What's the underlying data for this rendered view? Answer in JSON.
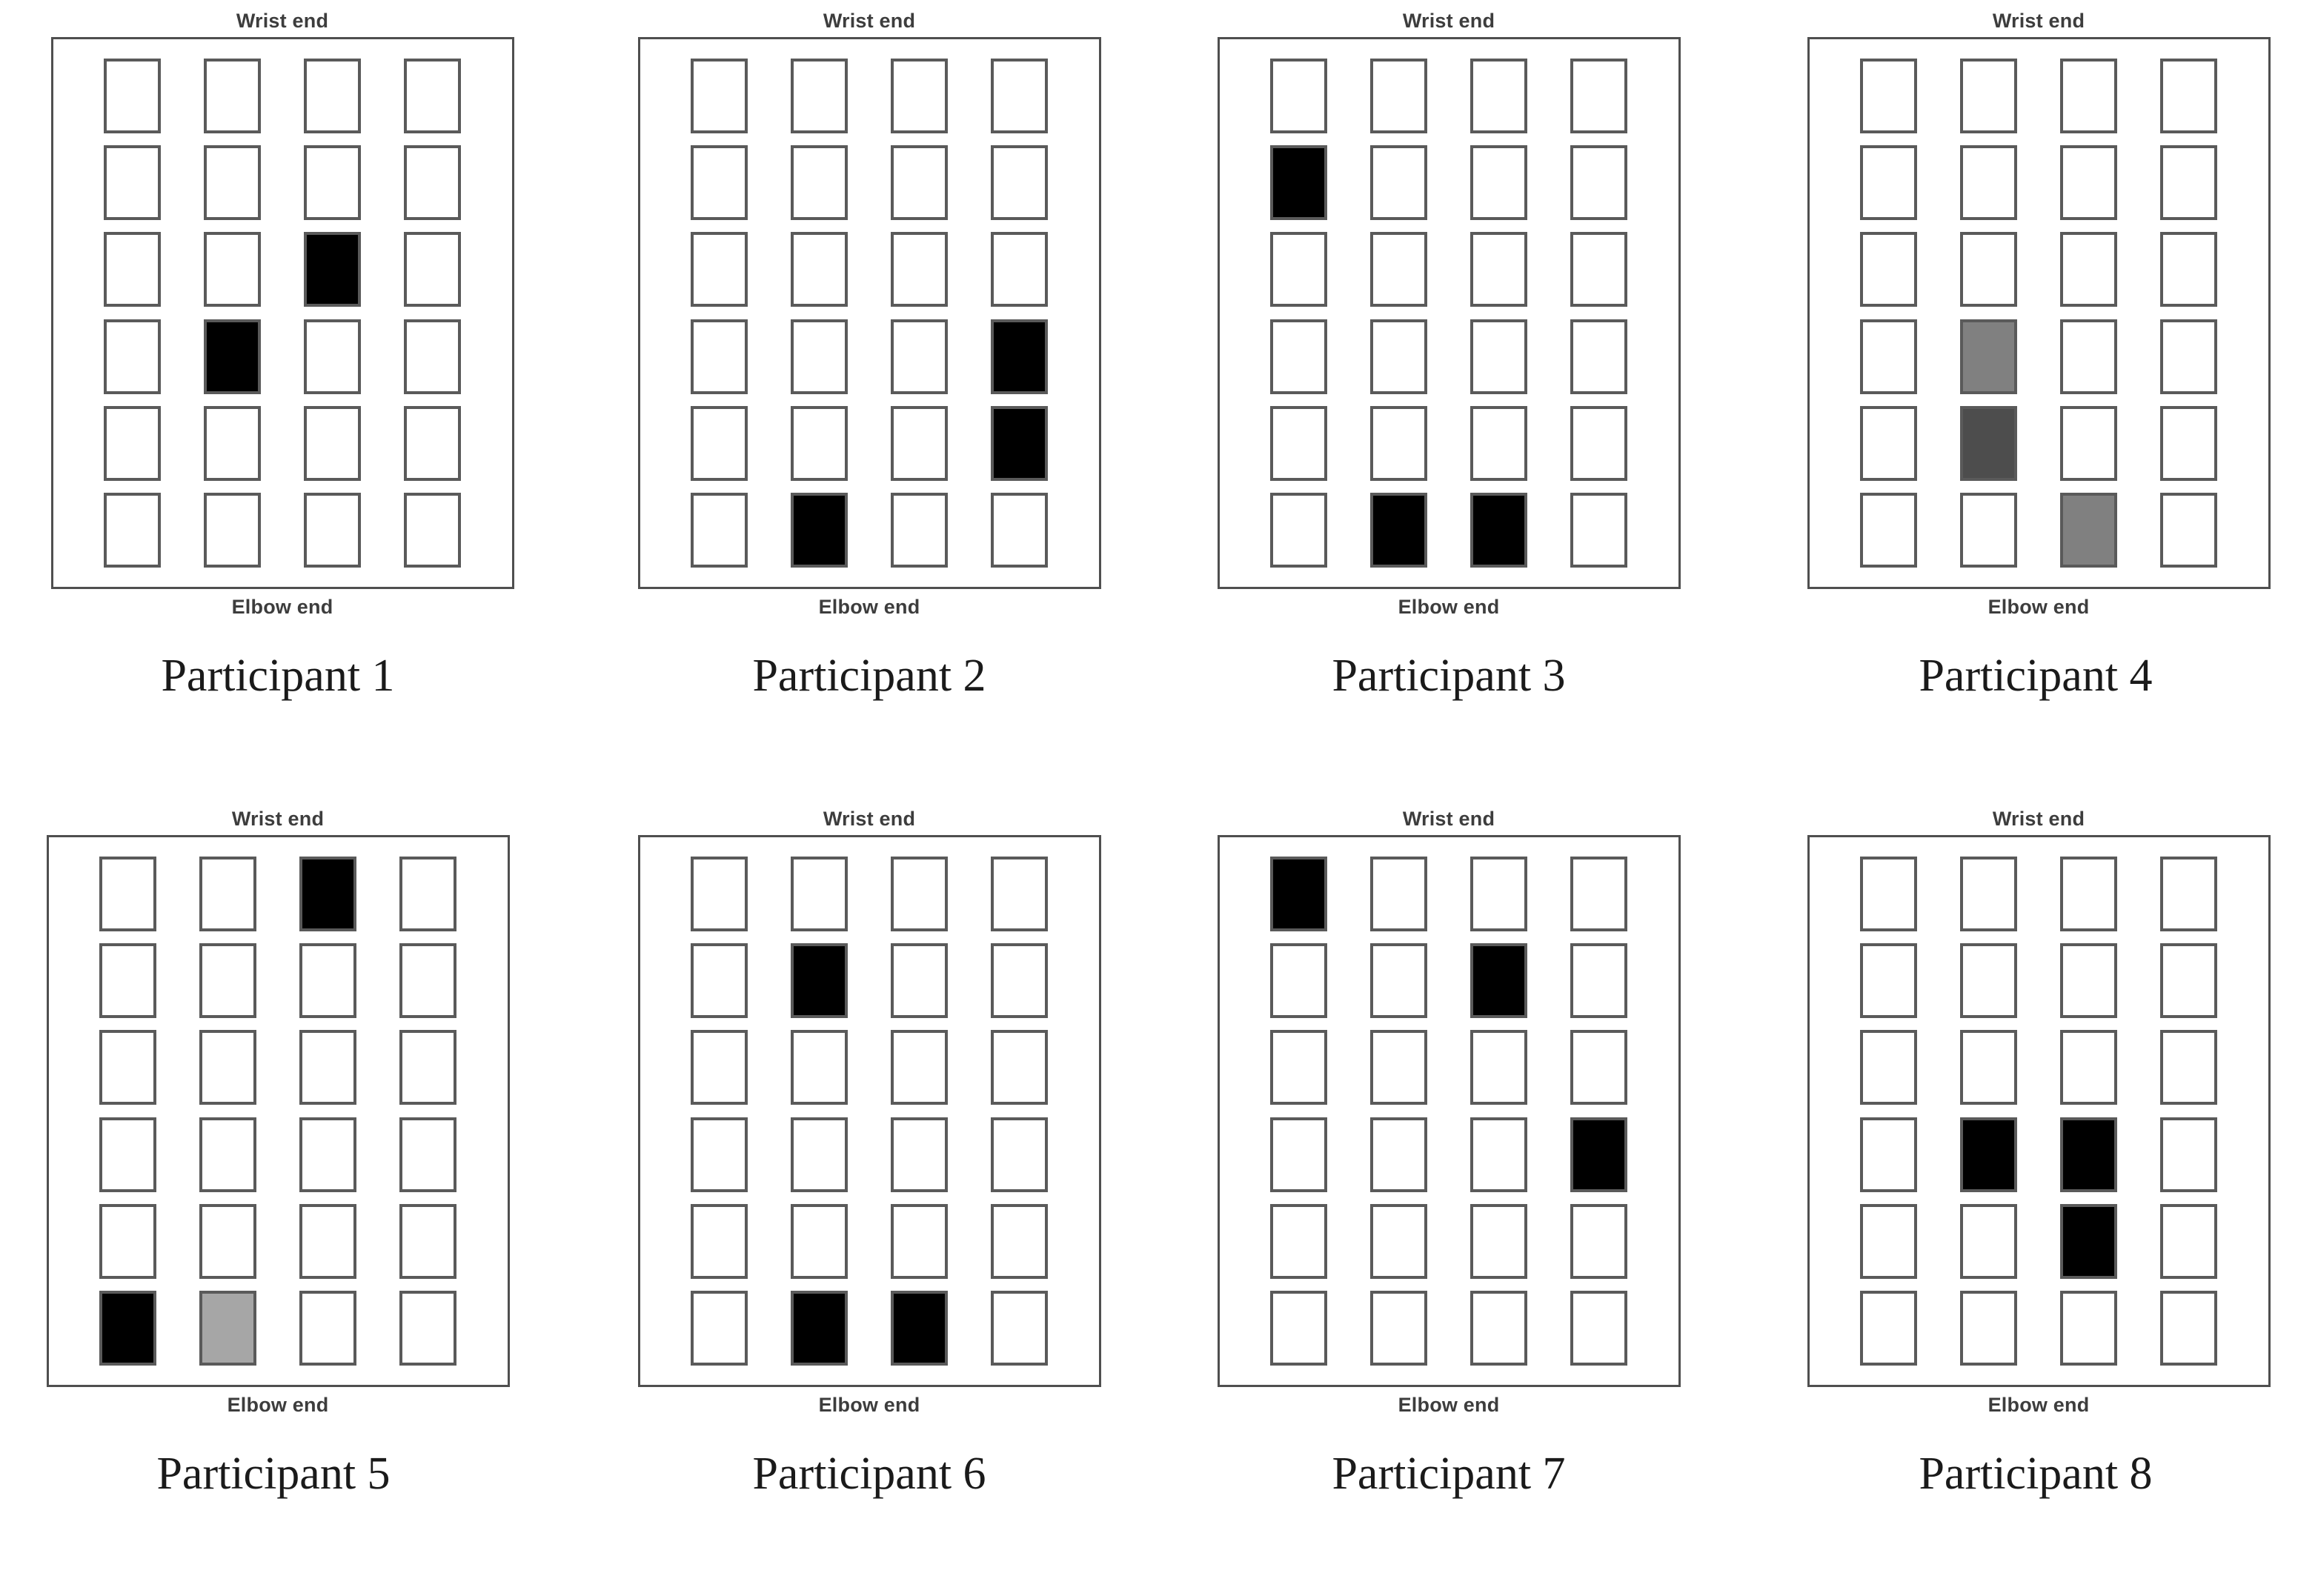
{
  "figure": {
    "type": "grid-of-panels",
    "rows": 2,
    "columns": 4,
    "panel_grid_rows": 6,
    "panel_grid_columns": 4,
    "labels": {
      "wrist_end": "Wrist end",
      "elbow_end": "Elbow end"
    },
    "colors": {
      "empty": "#ffffff",
      "cell_border": "#5a5a5a",
      "panel_border": "#4f4f4f",
      "black": "#000000",
      "dark_gray": "#4d4d4d",
      "mid_gray": "#808080",
      "light_gray": "#a6a6a6",
      "label_text": "#3d3d3d",
      "caption_text": "#1a1a1a"
    }
  },
  "chart_data": {
    "type": "heatmap",
    "title": "",
    "xlabel": "",
    "ylabel": "",
    "grid": true,
    "legend_position": "none",
    "row_axis_top_label": "Wrist end",
    "row_axis_bottom_label": "Elbow end",
    "rows": 6,
    "columns": 4,
    "value_key": {
      "empty": "#ffffff",
      "black": "#000000",
      "dark_gray": "#4d4d4d",
      "mid_gray": "#808080",
      "light_gray": "#a6a6a6"
    },
    "panels": [
      {
        "caption": "Participant 1",
        "cells": [
          [
            "empty",
            "empty",
            "empty",
            "empty"
          ],
          [
            "empty",
            "empty",
            "empty",
            "empty"
          ],
          [
            "empty",
            "empty",
            "black",
            "empty"
          ],
          [
            "empty",
            "black",
            "empty",
            "empty"
          ],
          [
            "empty",
            "empty",
            "empty",
            "empty"
          ],
          [
            "empty",
            "empty",
            "empty",
            "empty"
          ]
        ]
      },
      {
        "caption": "Participant 2",
        "cells": [
          [
            "empty",
            "empty",
            "empty",
            "empty"
          ],
          [
            "empty",
            "empty",
            "empty",
            "empty"
          ],
          [
            "empty",
            "empty",
            "empty",
            "empty"
          ],
          [
            "empty",
            "empty",
            "empty",
            "black"
          ],
          [
            "empty",
            "empty",
            "empty",
            "black"
          ],
          [
            "empty",
            "black",
            "empty",
            "empty"
          ]
        ]
      },
      {
        "caption": "Participant 3",
        "cells": [
          [
            "empty",
            "empty",
            "empty",
            "empty"
          ],
          [
            "black",
            "empty",
            "empty",
            "empty"
          ],
          [
            "empty",
            "empty",
            "empty",
            "empty"
          ],
          [
            "empty",
            "empty",
            "empty",
            "empty"
          ],
          [
            "empty",
            "empty",
            "empty",
            "empty"
          ],
          [
            "empty",
            "black",
            "black",
            "empty"
          ]
        ]
      },
      {
        "caption": "Participant 4",
        "cells": [
          [
            "empty",
            "empty",
            "empty",
            "empty"
          ],
          [
            "empty",
            "empty",
            "empty",
            "empty"
          ],
          [
            "empty",
            "empty",
            "empty",
            "empty"
          ],
          [
            "empty",
            "mid_gray",
            "empty",
            "empty"
          ],
          [
            "empty",
            "dark_gray",
            "empty",
            "empty"
          ],
          [
            "empty",
            "empty",
            "mid_gray",
            "empty"
          ]
        ]
      },
      {
        "caption": "Participant 5",
        "cells": [
          [
            "empty",
            "empty",
            "black",
            "empty"
          ],
          [
            "empty",
            "empty",
            "empty",
            "empty"
          ],
          [
            "empty",
            "empty",
            "empty",
            "empty"
          ],
          [
            "empty",
            "empty",
            "empty",
            "empty"
          ],
          [
            "empty",
            "empty",
            "empty",
            "empty"
          ],
          [
            "black",
            "light_gray",
            "empty",
            "empty"
          ]
        ]
      },
      {
        "caption": "Participant 6",
        "cells": [
          [
            "empty",
            "empty",
            "empty",
            "empty"
          ],
          [
            "empty",
            "black",
            "empty",
            "empty"
          ],
          [
            "empty",
            "empty",
            "empty",
            "empty"
          ],
          [
            "empty",
            "empty",
            "empty",
            "empty"
          ],
          [
            "empty",
            "empty",
            "empty",
            "empty"
          ],
          [
            "empty",
            "black",
            "black",
            "empty"
          ]
        ]
      },
      {
        "caption": "Participant 7",
        "cells": [
          [
            "black",
            "empty",
            "empty",
            "empty"
          ],
          [
            "empty",
            "empty",
            "black",
            "empty"
          ],
          [
            "empty",
            "empty",
            "empty",
            "empty"
          ],
          [
            "empty",
            "empty",
            "empty",
            "black"
          ],
          [
            "empty",
            "empty",
            "empty",
            "empty"
          ],
          [
            "empty",
            "empty",
            "empty",
            "empty"
          ]
        ]
      },
      {
        "caption": "Participant 8",
        "cells": [
          [
            "empty",
            "empty",
            "empty",
            "empty"
          ],
          [
            "empty",
            "empty",
            "empty",
            "empty"
          ],
          [
            "empty",
            "empty",
            "empty",
            "empty"
          ],
          [
            "empty",
            "black",
            "black",
            "empty"
          ],
          [
            "empty",
            "empty",
            "black",
            "empty"
          ],
          [
            "empty",
            "empty",
            "empty",
            "empty"
          ]
        ]
      }
    ]
  }
}
